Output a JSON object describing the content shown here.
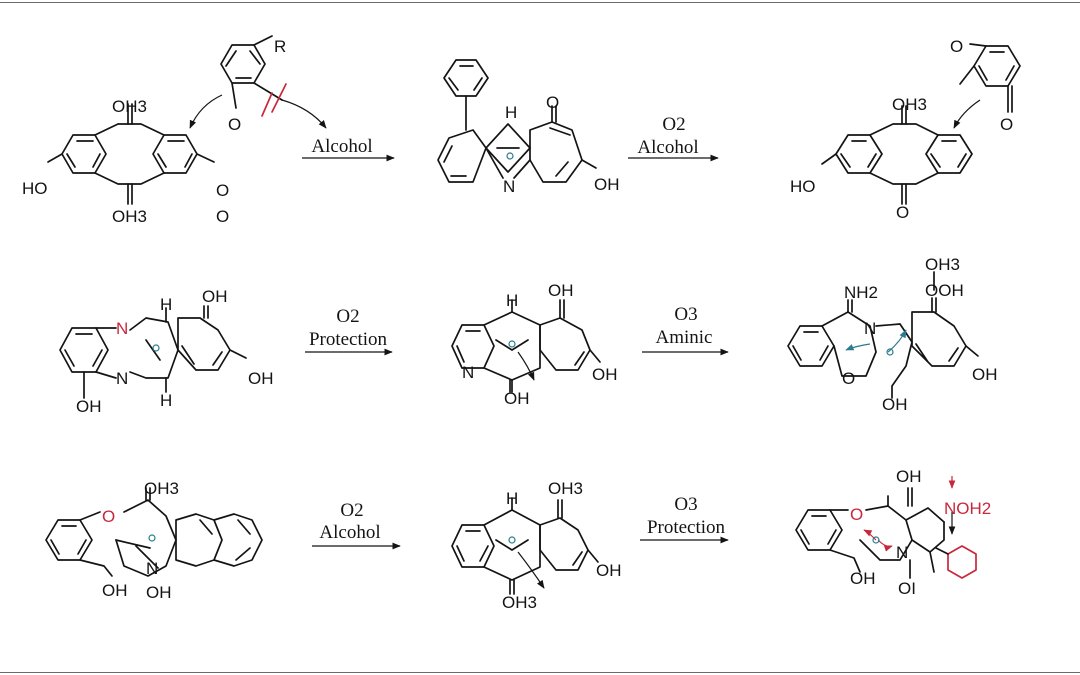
{
  "colors": {
    "ink": "#141414",
    "red": "#c8283c",
    "teal": "#2a7d8c",
    "rule": "#6b6b6b"
  },
  "rows": [
    {
      "molecules": [
        {
          "atoms": [
            "R",
            "O",
            "OH3",
            "OH3",
            "HO",
            "O",
            "O"
          ]
        },
        {
          "atoms": [
            "H",
            "O",
            "N",
            "OH"
          ]
        },
        {
          "atoms": [
            "O",
            "O",
            "OH3",
            "HO",
            "O"
          ]
        }
      ],
      "arrows": [
        {
          "reagents": [
            "Alcohol"
          ]
        },
        {
          "reagents": [
            "O2",
            "Alcohol"
          ]
        }
      ]
    },
    {
      "molecules": [
        {
          "atoms": [
            "H",
            "OH",
            "N",
            "N",
            "H",
            "OH",
            "OH"
          ]
        },
        {
          "atoms": [
            "H",
            "OH",
            "N",
            "OH",
            "OH"
          ]
        },
        {
          "atoms": [
            "OH3",
            "OOH",
            "NH2",
            "N",
            "O",
            "OH",
            "OH"
          ]
        }
      ],
      "arrows": [
        {
          "reagents": [
            "O2",
            "Protection"
          ]
        },
        {
          "reagents": [
            "O3",
            "Aminic"
          ]
        }
      ]
    },
    {
      "molecules": [
        {
          "atoms": [
            "OH3",
            "O",
            "N",
            "OH",
            "OH"
          ]
        },
        {
          "atoms": [
            "H",
            "OH3",
            "OH",
            "OH3"
          ]
        },
        {
          "atoms": [
            "OH",
            "O",
            "NOH2",
            "N",
            "OH",
            "OI"
          ]
        }
      ],
      "arrows": [
        {
          "reagents": [
            "O2",
            "Alcohol"
          ]
        },
        {
          "reagents": [
            "O3",
            "Protection"
          ]
        }
      ]
    }
  ]
}
